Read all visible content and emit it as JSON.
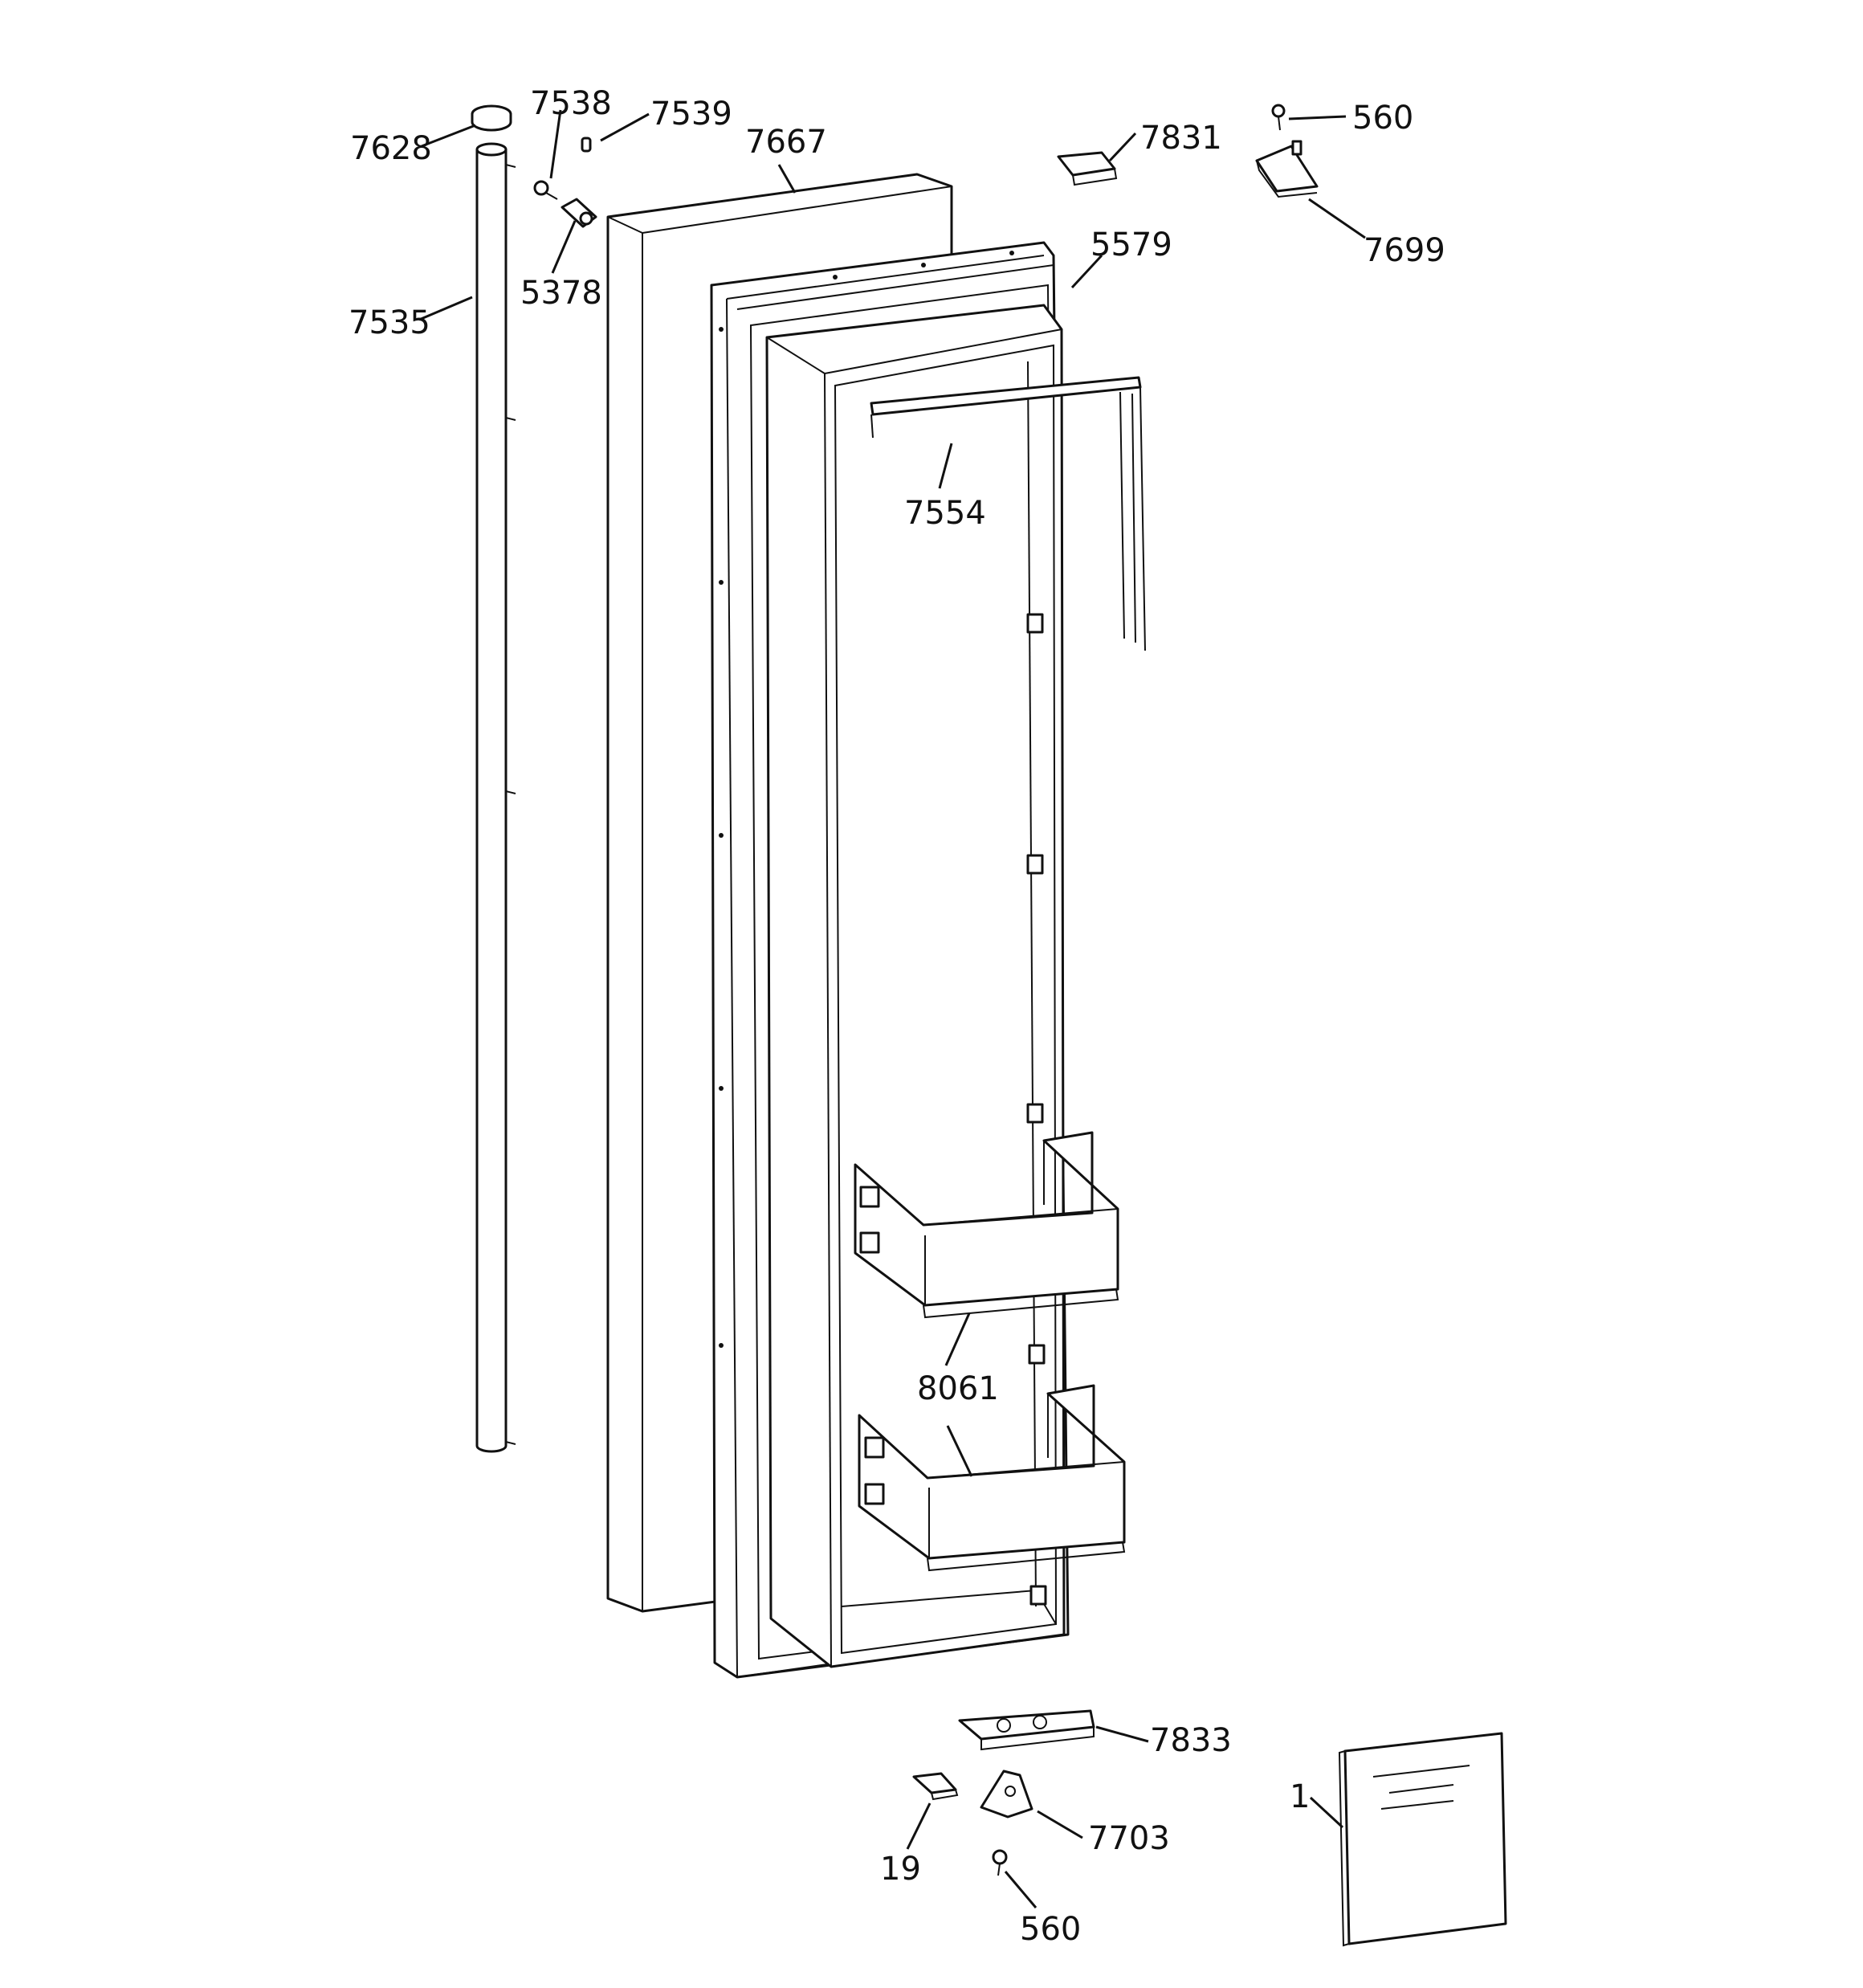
{
  "callouts": [
    {
      "id": "7628",
      "text": "7628"
    },
    {
      "id": "7538",
      "text": "7538"
    },
    {
      "id": "7539",
      "text": "7539"
    },
    {
      "id": "7667",
      "text": "7667"
    },
    {
      "id": "7535",
      "text": "7535"
    },
    {
      "id": "5378",
      "text": "5378"
    },
    {
      "id": "5579",
      "text": "5579"
    },
    {
      "id": "7831",
      "text": "7831"
    },
    {
      "id": "560-top",
      "text": "560"
    },
    {
      "id": "7699",
      "text": "7699"
    },
    {
      "id": "7554",
      "text": "7554"
    },
    {
      "id": "8061",
      "text": "8061"
    },
    {
      "id": "7833",
      "text": "7833"
    },
    {
      "id": "7703",
      "text": "7703"
    },
    {
      "id": "19",
      "text": "19"
    },
    {
      "id": "560-bottom",
      "text": "560"
    },
    {
      "id": "1",
      "text": "1"
    }
  ],
  "colors": {
    "line": "#111111",
    "background": "#ffffff"
  }
}
